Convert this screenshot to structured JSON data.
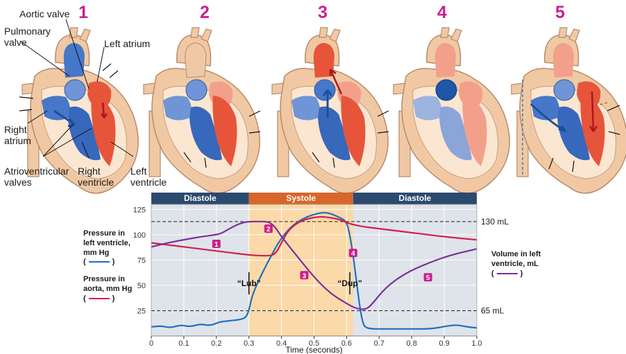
{
  "phase_numbers": [
    "1",
    "2",
    "3",
    "4",
    "5"
  ],
  "anatomy_labels": {
    "aortic_valve": "Aortic valve",
    "pulmonary_valve": [
      "Pulmonary",
      "valve"
    ],
    "left_atrium": "Left atrium",
    "right_atrium": [
      "Right",
      "atrium"
    ],
    "atrioventricular_valves": [
      "Atrioventricular",
      "valves"
    ],
    "right_ventricle": [
      "Right",
      "ventricle"
    ],
    "left_ventricle": [
      "Left",
      "ventricle"
    ]
  },
  "legend": {
    "pressure_lv": [
      "Pressure in",
      "left ventricle,",
      "mm Hg"
    ],
    "pressure_aorta": [
      "Pressure in",
      "aorta, mm Hg"
    ],
    "volume_lv": [
      "Volume in left",
      "ventricle, mL"
    ]
  },
  "colors": {
    "pressure_lv": "#1f6fc0",
    "pressure_aorta": "#d0204e",
    "volume_lv": "#7a2f9a",
    "diastole_band": "#2c4a6e",
    "systole_band": "#d8662a",
    "systole_fill": "#fbd9a8",
    "plot_bg": "#dfe3ea",
    "marker": "#cc1f8a",
    "heart_tissue": "#f0c9a4",
    "heart_blue": "#4677c8",
    "heart_red": "#e6553a"
  },
  "chart_data": {
    "type": "line",
    "xlabel": "Time (seconds)",
    "xlim": [
      0,
      1.0
    ],
    "ylim": [
      0,
      130
    ],
    "x_ticks": [
      "0",
      "0.1",
      "0.2",
      "0.3",
      "0.4",
      "0.5",
      "0.6",
      "0.7",
      "0.8",
      "0.9",
      "1.0"
    ],
    "y_ticks": [
      "25",
      "50",
      "75",
      "100",
      "125"
    ],
    "phases": [
      {
        "label": "Diastole",
        "start": 0.0,
        "end": 0.3
      },
      {
        "label": "Systole",
        "start": 0.3,
        "end": 0.62
      },
      {
        "label": "Diastole",
        "start": 0.62,
        "end": 1.0
      }
    ],
    "reference_lines": [
      {
        "label": "130 mL",
        "y": 113
      },
      {
        "label": "65 mL",
        "y": 25
      }
    ],
    "heart_sounds": [
      {
        "label": "“Lub”",
        "x": 0.3,
        "y": 52
      },
      {
        "label": "“Dup”",
        "x": 0.61,
        "y": 52
      }
    ],
    "phase_markers": [
      {
        "label": "1",
        "x": 0.2,
        "y": 91
      },
      {
        "label": "2",
        "x": 0.36,
        "y": 106
      },
      {
        "label": "3",
        "x": 0.47,
        "y": 60
      },
      {
        "label": "4",
        "x": 0.62,
        "y": 82
      },
      {
        "label": "5",
        "x": 0.85,
        "y": 58
      }
    ],
    "series": [
      {
        "key": "pressure_lv",
        "x": [
          0,
          0.03,
          0.06,
          0.09,
          0.12,
          0.15,
          0.18,
          0.21,
          0.24,
          0.27,
          0.29,
          0.3,
          0.31,
          0.33,
          0.35,
          0.37,
          0.39,
          0.42,
          0.45,
          0.48,
          0.51,
          0.53,
          0.55,
          0.58,
          0.6,
          0.61,
          0.62,
          0.63,
          0.64,
          0.65,
          0.66,
          0.68,
          0.7,
          0.75,
          0.8,
          0.85,
          0.88,
          0.91,
          0.94,
          0.97,
          1.0
        ],
        "y": [
          9,
          10,
          8,
          11,
          9,
          12,
          10,
          14,
          15,
          16,
          18,
          25,
          40,
          55,
          68,
          80,
          92,
          105,
          113,
          118,
          121,
          122,
          121,
          117,
          113,
          100,
          80,
          55,
          30,
          12,
          8,
          7,
          7,
          7,
          7,
          7,
          8,
          10,
          11,
          9,
          8
        ]
      },
      {
        "key": "pressure_aorta",
        "x": [
          0,
          0.05,
          0.1,
          0.15,
          0.2,
          0.25,
          0.3,
          0.35,
          0.38,
          0.4,
          0.42,
          0.45,
          0.48,
          0.52,
          0.55,
          0.58,
          0.6,
          0.62,
          0.65,
          0.7,
          0.8,
          0.9,
          1.0
        ],
        "y": [
          92,
          90,
          88,
          86,
          84,
          82,
          80,
          79,
          80,
          92,
          104,
          112,
          116,
          118,
          117,
          115,
          112,
          110,
          108,
          106,
          102,
          98,
          95
        ]
      },
      {
        "key": "volume_lv",
        "x": [
          0,
          0.05,
          0.1,
          0.15,
          0.2,
          0.22,
          0.25,
          0.28,
          0.3,
          0.33,
          0.36,
          0.38,
          0.4,
          0.45,
          0.5,
          0.55,
          0.6,
          0.63,
          0.66,
          0.68,
          0.72,
          0.78,
          0.85,
          0.92,
          1.0
        ],
        "y": [
          88,
          92,
          95,
          98,
          100,
          102,
          108,
          112,
          113,
          113,
          113,
          108,
          98,
          78,
          58,
          42,
          32,
          27,
          26,
          32,
          48,
          62,
          72,
          80,
          86
        ]
      }
    ]
  }
}
